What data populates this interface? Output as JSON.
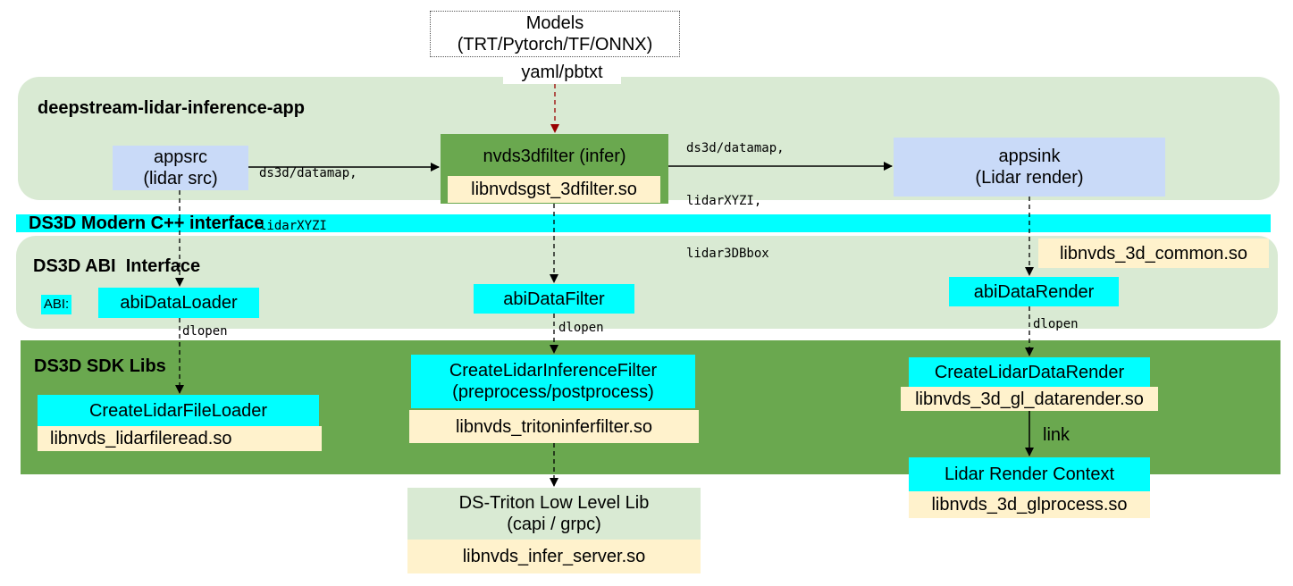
{
  "models": {
    "title": "Models",
    "subtitle": "(TRT/Pytorch/TF/ONNX)",
    "format": "yaml/pbtxt"
  },
  "app_band": {
    "title": "deepstream-lidar-inference-app",
    "appsrc": {
      "line1": "appsrc",
      "line2": "(lidar src)"
    },
    "edge1": {
      "line1": "ds3d/datamap,",
      "line2": "lidarXYZI"
    },
    "filter": {
      "title": "nvds3dfilter (infer)",
      "lib": "libnvdsgst_3dfilter.so"
    },
    "edge2": {
      "line1": "ds3d/datamap,",
      "line2": "lidarXYZI,",
      "line3": "lidar3DBbox"
    },
    "appsink": {
      "line1": "appsink",
      "line2": "(Lidar render)"
    }
  },
  "cpp_interface": {
    "title": "DS3D Modern C++ interface"
  },
  "abi_band": {
    "title": "DS3D ABI  Interface",
    "abi_tag": "ABI:",
    "loader": "abiDataLoader",
    "filter": "abiDataFilter",
    "render": "abiDataRender",
    "common_lib": "libnvds_3d_common.so",
    "dlopen_label": "dlopen"
  },
  "sdk_band": {
    "title": "DS3D SDK Libs",
    "file_loader": {
      "name": "CreateLidarFileLoader",
      "lib": "libnvds_lidarfileread.so"
    },
    "infer_filter": {
      "line1": "CreateLidarInferenceFilter",
      "line2": "(preprocess/postprocess)",
      "lib": "libnvds_tritoninferfilter.so"
    },
    "data_render": {
      "name": "CreateLidarDataRender",
      "lib": "libnvds_3d_gl_datarender.so"
    },
    "link_label": "link",
    "render_context": {
      "name": "Lidar Render Context",
      "lib": "libnvds_3d_glprocess.so"
    }
  },
  "triton": {
    "line1": "DS-Triton Low Level Lib",
    "line2": "(capi / grpc)",
    "lib": "libnvds_infer_server.so"
  },
  "colors": {
    "light_green": "#d9ead3",
    "dark_green": "#6aa84f",
    "cyan": "#00ffff",
    "light_blue": "#c9daf8",
    "cream": "#fff2cc",
    "dashed_red": "#990000"
  }
}
